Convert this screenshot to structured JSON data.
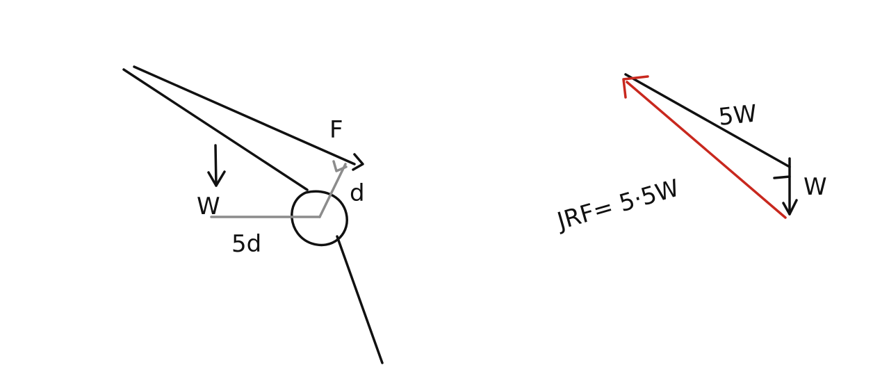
{
  "left_diagram": {
    "force_label": "F",
    "weight_label": "W",
    "short_arm_label": "d",
    "long_arm_label": "5d"
  },
  "right_diagram": {
    "top_side_label": "5W",
    "right_side_label": "W",
    "resultant_label": "JRF= 5·5W"
  },
  "colors": {
    "ink": "#111111",
    "lever_arm": "#8c8c8c",
    "resultant": "#c8281e",
    "background": "#ffffff"
  }
}
